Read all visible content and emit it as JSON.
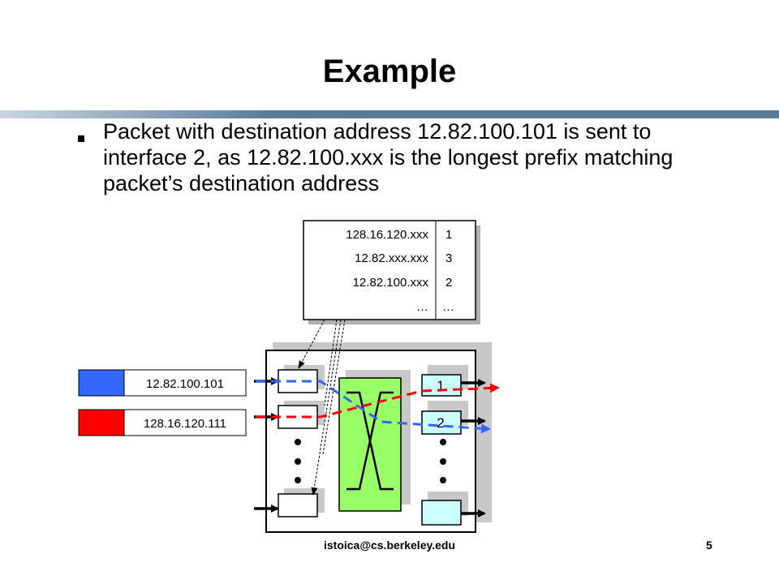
{
  "slide": {
    "title": "Example",
    "bullet": "Packet with destination address 12.82.100.101 is sent to interface 2, as 12.82.100.xxx is the longest prefix matching packet’s destination address",
    "footer_email": "istoica@cs.berkeley.edu",
    "page_number": "5"
  },
  "colors": {
    "title_bar": "#5b7a9a",
    "title_bar_light": "#c9d6e3",
    "blue_packet": "#3366ff",
    "red_packet": "#ff0000",
    "crossbar": "#99ff66",
    "output_port_3": "#ccffff"
  },
  "forwarding_table": {
    "rows": [
      {
        "prefix": "128.16.120.xxx",
        "interface": "1"
      },
      {
        "prefix": "12.82.xxx.xxx",
        "interface": "3"
      },
      {
        "prefix": "12.82.100.xxx",
        "interface": "2"
      },
      {
        "prefix": "…",
        "interface": "…"
      }
    ]
  },
  "packets": [
    {
      "address": "12.82.100.101",
      "color": "blue"
    },
    {
      "address": "128.16.120.111",
      "color": "red"
    }
  ],
  "output_ports": [
    {
      "label": "1"
    },
    {
      "label": "2"
    }
  ]
}
